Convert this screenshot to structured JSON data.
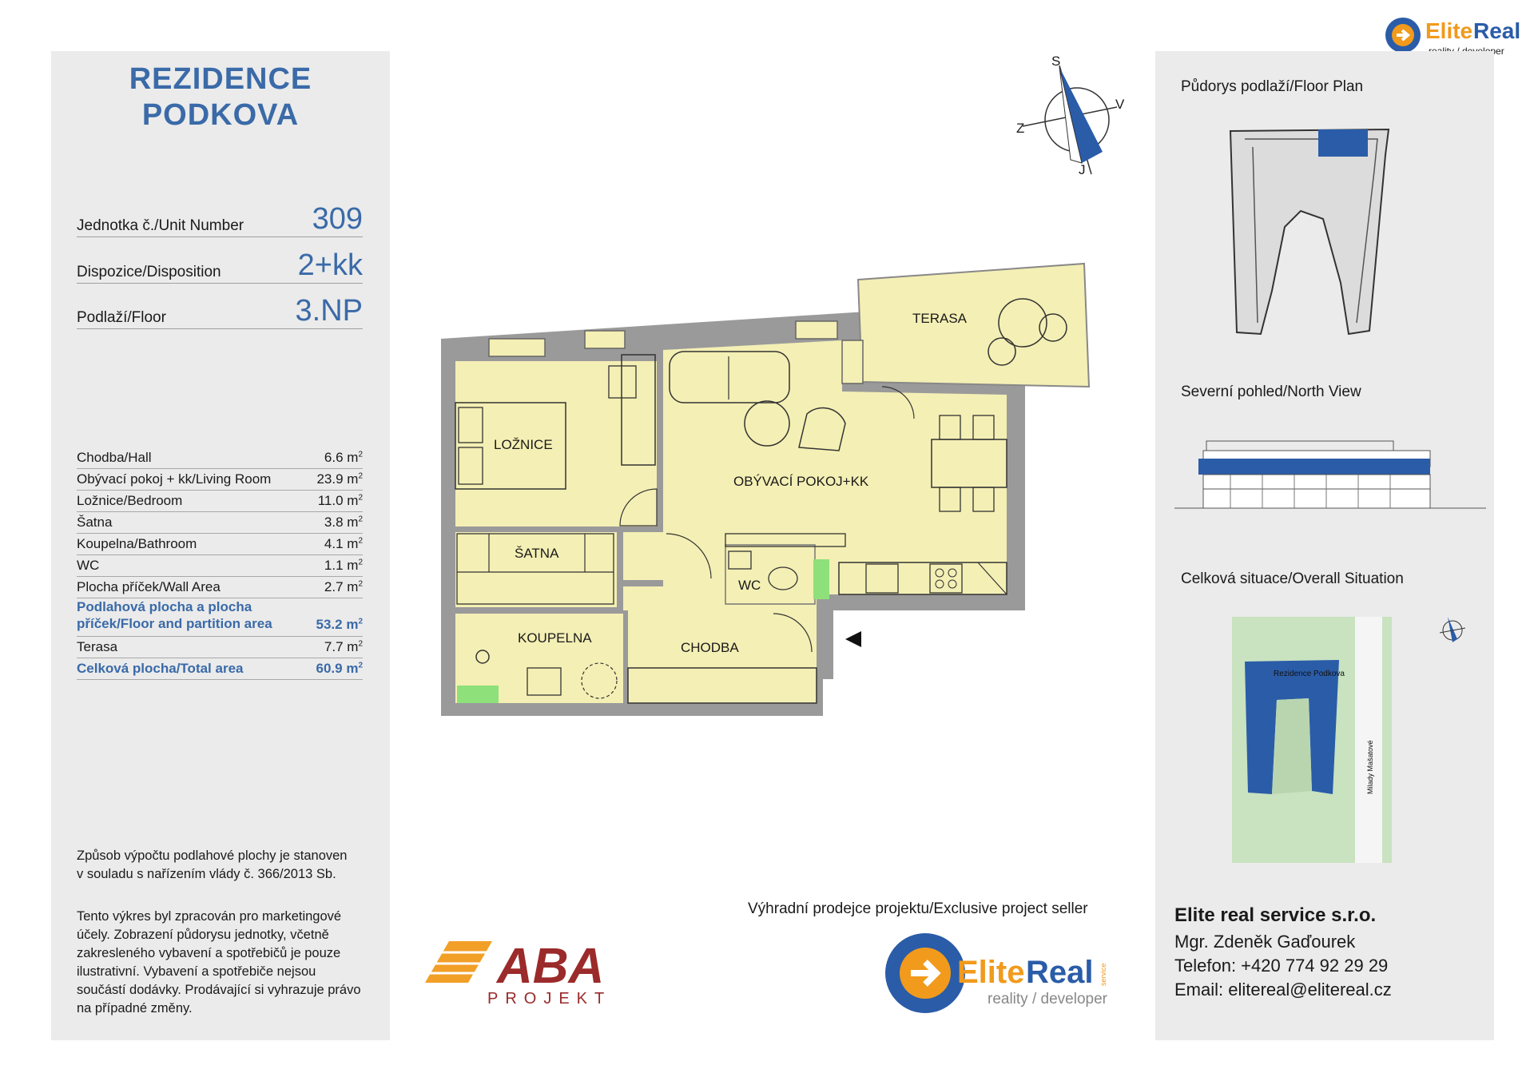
{
  "project": {
    "title_line1": "REZIDENCE",
    "title_line2": "PODKOVA"
  },
  "unit": {
    "number_label": "Jednotka č./Unit Number",
    "number": "309",
    "disposition_label": "Dispozice/Disposition",
    "disposition": "2+kk",
    "floor_label": "Podlaží/Floor",
    "floor": "3.NP"
  },
  "areas": [
    {
      "label": "Chodba/Hall",
      "value": "6.6",
      "unit": "m",
      "exp": "2"
    },
    {
      "label": "Obývací pokoj + kk/Living Room",
      "value": "23.9",
      "unit": "m",
      "exp": "2"
    },
    {
      "label": "Ložnice/Bedroom",
      "value": "11.0",
      "unit": "m",
      "exp": "2"
    },
    {
      "label": "Šatna",
      "value": "3.8",
      "unit": "m",
      "exp": "2"
    },
    {
      "label": "Koupelna/Bathroom",
      "value": "4.1",
      "unit": "m",
      "exp": "2"
    },
    {
      "label": "WC",
      "value": "1.1",
      "unit": "m",
      "exp": "2"
    },
    {
      "label": "Plocha příček/Wall Area",
      "value": "2.7",
      "unit": "m",
      "exp": "2"
    },
    {
      "label": "Podlahová plocha a plocha příček/Floor and partition area",
      "value": "53.2",
      "unit": "m",
      "exp": "2"
    },
    {
      "label": "Terasa",
      "value": "7.7",
      "unit": "m",
      "exp": "2"
    },
    {
      "label": "Celková plocha/Total area",
      "value": "60.9",
      "unit": "m",
      "exp": "2"
    }
  ],
  "notes": {
    "calc": "Způsob výpočtu podlahové plochy je stanoven v souladu s nařízením vlády č. 366/2013 Sb.",
    "disclaimer": "Tento výkres byl zpracován pro marketingové účely. Zobrazení půdorysu jednotky, včetně zakresleného vybavení a spotřebičů je pouze ilustrativní. Vybavení a spotřebiče nejsou součástí dodávky. Prodávající si vyhrazuje právo na případné změny."
  },
  "rooms": {
    "loznice": "LOŽNICE",
    "satna": "ŠATNA",
    "obyvaci": "OBÝVACÍ POKOJ+KK",
    "terasa": "TERASA",
    "wc": "WC",
    "koupelna": "KOUPELNA",
    "chodba": "CHODBA"
  },
  "compass": {
    "s": "S",
    "j": "J",
    "z": "Z",
    "v": "V"
  },
  "right_panel": {
    "floor_plan": "Půdorys podlaží/Floor Plan",
    "north_view": "Severní pohled/North View",
    "situation": "Celková situace/Overall Situation",
    "site_name": "Rezidence Podkova",
    "street": "Milady Mašatové"
  },
  "seller": {
    "label": "Výhradní prodejce projektu/Exclusive project seller",
    "company": "Elite real service s.r.o.",
    "person": "Mgr. Zdeněk Gaďourek",
    "phone": "Telefon: +420 774 92 29 29",
    "email": "Email: elitereal@elitereal.cz"
  },
  "logos": {
    "elite_word1": "Elite",
    "elite_word2": "Real",
    "elite_tag": "reality / developer",
    "elite_service": "service",
    "aba_word": "ABA",
    "aba_sub": "PROJEKT"
  },
  "colors": {
    "accent": "#3a6aa8",
    "room_fill": "#f4efb4",
    "wall": "#9a9a9a",
    "blue": "#2a5ca8",
    "orange": "#f19a1c",
    "aba_red": "#9b2a2a"
  }
}
